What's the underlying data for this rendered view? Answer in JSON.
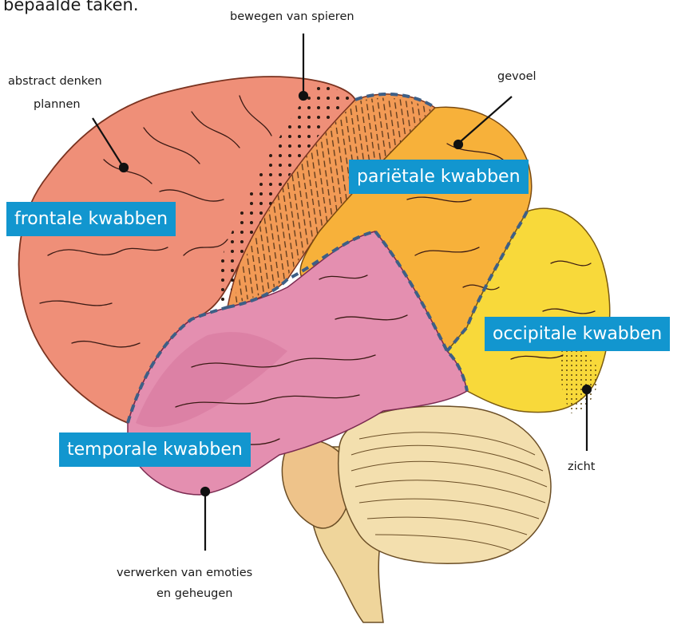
{
  "intro_text": "bepaalde taken.",
  "lobes": {
    "frontal": "frontale kwabben",
    "parietal": "pariëtale kwabben",
    "occipital": "occipitale kwabben",
    "temporal": "temporale kwabben"
  },
  "annotations": {
    "motor": "bewegen van spieren",
    "frontal_line1": "abstract denken",
    "frontal_line2": "plannen",
    "feeling": "gevoel",
    "vision": "zicht",
    "temporal_line1": "verwerken van emoties",
    "temporal_line2": "en  geheugen"
  },
  "colors": {
    "label_bg": "#1296cf",
    "frontal": "#ef8f78",
    "motor_strip": "#f29a55",
    "parietal": "#f7b13a",
    "occipital": "#f8d93a",
    "temporal": "#e48fb0",
    "cerebellum": "#f3dfae",
    "divider": "#3d5f86"
  }
}
